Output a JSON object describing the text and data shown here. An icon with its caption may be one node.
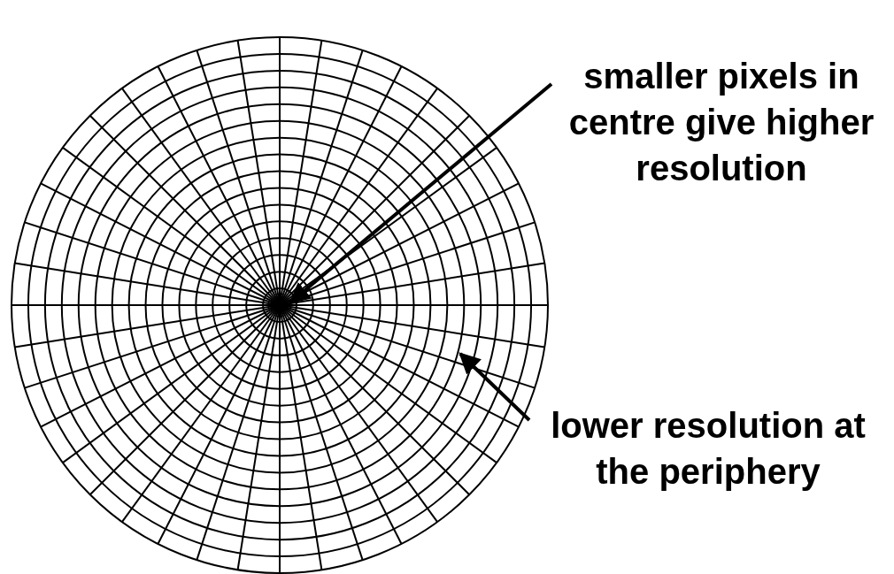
{
  "diagram": {
    "nodes": [
      {
        "text": [
          "smaller pixels in centre give higher resolution"
        ]
      },
      {
        "text": [
          "lower resolution at the periphery"
        ]
      }
    ],
    "edges": [
      {
        "from": 0,
        "to": null,
        "arrow": "to"
      },
      {
        "from": 1,
        "to": null,
        "arrow": "to"
      }
    ]
  }
}
